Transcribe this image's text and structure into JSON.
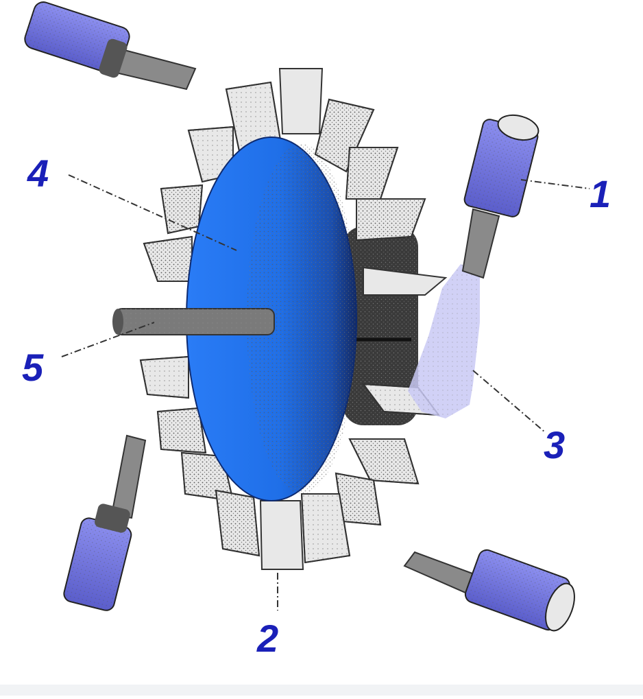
{
  "diagram": {
    "labels": {
      "one": "1",
      "two": "2",
      "three": "3",
      "four": "4",
      "five": "5"
    },
    "colors": {
      "wheel_disc": "#1f6fe8",
      "nozzle_body": "#6f72e0",
      "nozzle_tip": "#8a8a8a",
      "bucket": "#e8e8e8",
      "jet": "#c9c9f4",
      "label_text": "#1a20b8",
      "shaft": "#707070"
    }
  }
}
